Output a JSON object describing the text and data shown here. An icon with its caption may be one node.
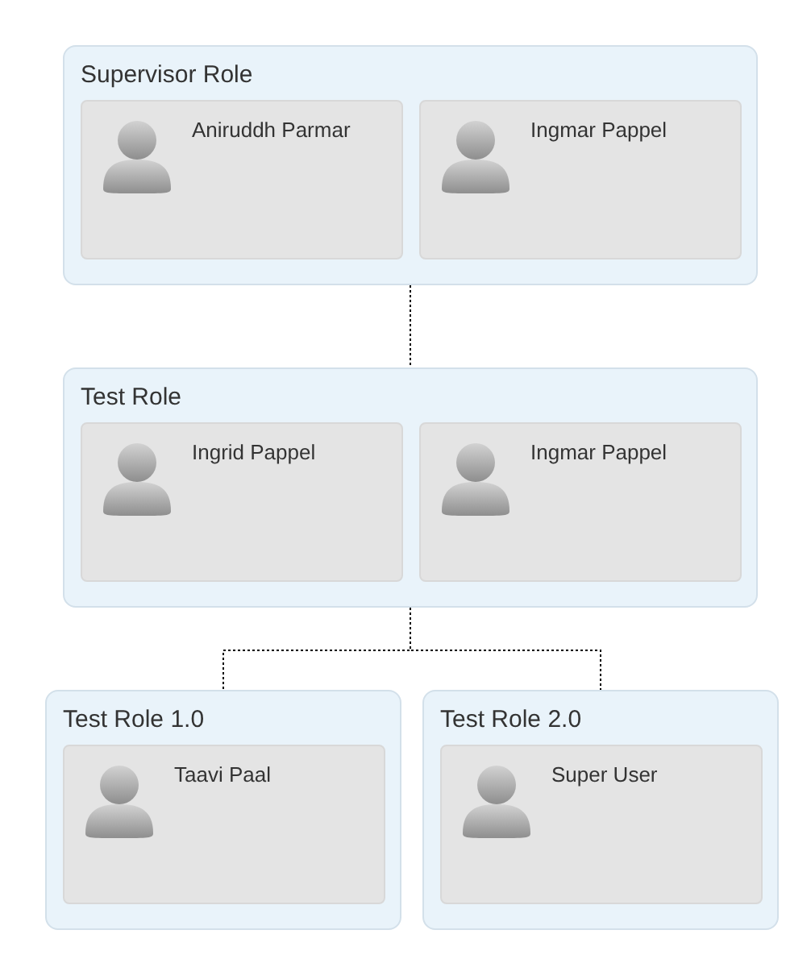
{
  "diagram": {
    "nodes": [
      {
        "text": [
          "Supervisor Role"
        ]
      },
      {
        "text": [
          "Aniruddh Parmar"
        ],
        "in": 0
      },
      {
        "text": [
          "Ingmar Pappel"
        ],
        "in": 0
      },
      {
        "text": [
          "Test Role"
        ]
      },
      {
        "text": [
          "Ingrid Pappel"
        ],
        "in": 3
      },
      {
        "text": [
          "Ingmar Pappel"
        ],
        "in": 3
      },
      {
        "text": [
          "Test Role 1.0"
        ]
      },
      {
        "text": [
          "Taavi Paal"
        ],
        "in": 6
      },
      {
        "text": [
          "Test Role 2.0"
        ]
      },
      {
        "text": [
          "Super User"
        ],
        "in": 8
      }
    ],
    "edges": [
      {
        "from": 0,
        "to": 3,
        "arrow": "none",
        "style": "dashed"
      },
      {
        "from": 3,
        "to": 6,
        "arrow": "none",
        "style": "dashed"
      },
      {
        "from": 3,
        "to": 8,
        "arrow": "none",
        "style": "dashed"
      }
    ]
  }
}
